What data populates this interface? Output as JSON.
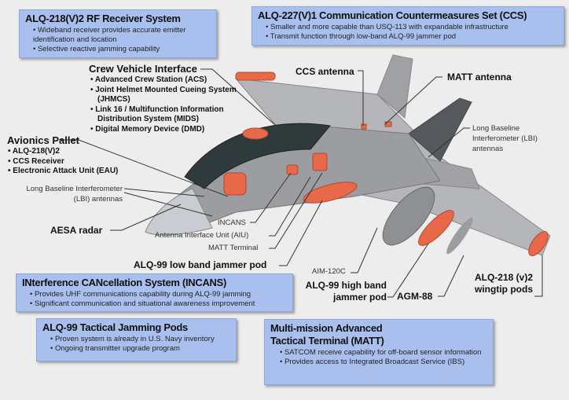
{
  "boxes": {
    "rf_receiver": {
      "title": "ALQ-218(V)2 RF Receiver System",
      "bullets": [
        "Wideband receiver provides accurate emitter identification and location",
        "Selective reactive jamming capability"
      ]
    },
    "ccs": {
      "title": "ALQ-227(V)1 Communication Countermeasures Set (CCS)",
      "bullets": [
        "Smaller and more capable than USQ-113 with expandable infrastructure",
        "Transmit function through low-band ALQ-99 jammer pod"
      ]
    },
    "incans": {
      "title": "INterference CANcellation System (INCANS)",
      "bullets": [
        "Provides UHF communications capability during ALQ-99 jamming",
        "Significant communication and situational awareness improvement"
      ]
    },
    "alq99": {
      "title": "ALQ-99 Tactical Jamming Pods",
      "bullets": [
        "Proven system is already in U.S. Navy inventory",
        "Ongoing transmitter upgrade program"
      ]
    },
    "matt": {
      "title": "Multi-mission Advanced Tactical Terminal (MATT)",
      "bullets": [
        "SATCOM receive capability for off-board sensor information",
        "Provides access to Integrated Broadcast Service (IBS)"
      ]
    }
  },
  "crew_vehicle": {
    "title": "Crew Vehicle Interface",
    "items": [
      "Advanced Crew Station (ACS)",
      "Joint Helmet Mounted Cueing System (JHMCS)",
      "Link 16 / Multifunction Information Distribution System (MIDS)",
      "Digital Memory Device (DMD)"
    ]
  },
  "avionics_pallet": {
    "title": "Avionics Pallet",
    "items": [
      "ALQ-218(V)2",
      "CCS Receiver",
      "Electronic Attack Unit (EAU)"
    ]
  },
  "callouts": {
    "lbi_left": "Long Baseline Interferometer (LBI) antennas",
    "aesa": "AESA radar",
    "incans": "INCANS",
    "aiu": "Antenna Interface Unit (AIU)",
    "matt_terminal": "MATT Terminal",
    "low_band": "ALQ-99 low band jammer pod",
    "aim120": "AIM-120C",
    "high_band": "ALQ-99 high band jammer pod",
    "agm88": "AGM-88",
    "wingtip": "ALQ-218 (v)2 wingtip pods",
    "ccs_antenna": "CCS antenna",
    "matt_antenna": "MATT antenna",
    "lbi_right": "Long Baseline Interferometer (LBI) antennas"
  },
  "colors": {
    "box": "#a9c0ef",
    "pod": "#e8684a",
    "airframe": "#a7a9ad",
    "background": "#ededed"
  }
}
